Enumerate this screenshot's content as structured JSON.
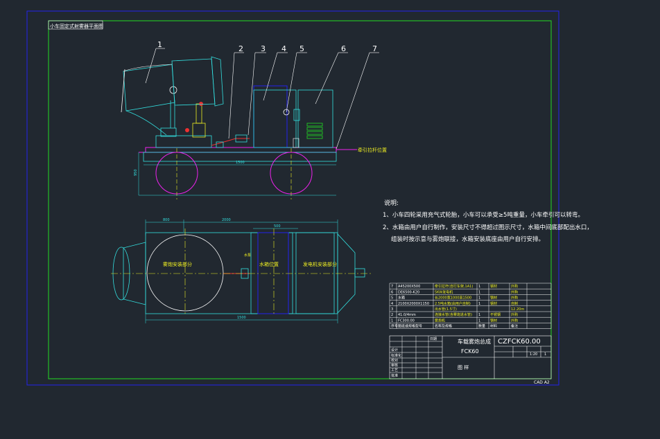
{
  "colors": {
    "background": "#212830",
    "frame_outer": "#2222ee",
    "frame_inner": "#22dd22",
    "cyan": "#33e0e0",
    "magenta": "#ee22ee",
    "yellow": "#eeee22",
    "white": "#ffffff",
    "red": "#ee3030",
    "blue": "#3344ff",
    "green": "#22dd22"
  },
  "corner_label": "小车固定式射雾器平面图",
  "callouts": [
    "1",
    "2",
    "3",
    "4",
    "5",
    "6",
    "7"
  ],
  "side_view": {
    "tow_label": "牵引拉杆位置",
    "length_dim": "1500",
    "height_dim": "950"
  },
  "top_view": {
    "dim_left": "800",
    "dim_mid": "2000",
    "dim_small": "500",
    "length_dim": "1500",
    "label_sprayer": "雾炮安装部分",
    "label_tank": "水箱位置",
    "label_generator": "发电机安装部分",
    "label_pump": "水泵"
  },
  "notes": {
    "title": "说明:",
    "line1": "1、小车四轮采用充气式轮胎，小车可以承受≥5吨重量，小车牵引可以转弯。",
    "line2": "2、水箱由用户自行制作，安装尺寸不得超过图示尺寸，水箱中间底部配出水口，",
    "line3": "组装时按示意与雾炮联接，水箱安装底座由用户自行安排。"
  },
  "bom": {
    "rows": [
      {
        "no": "7",
        "code": "A45200X500",
        "name": "牵引拉杆(自行车架,1A1)",
        "qty": "1",
        "mat": "钢材",
        "note": "外购"
      },
      {
        "no": "6",
        "code": "DE6500-K20",
        "name": "5KW发电机",
        "qty": "1",
        "mat": "",
        "note": "外购"
      },
      {
        "no": "5",
        "code": "水箱",
        "name": "长2000宽1000高1500",
        "qty": "1",
        "mat": "钢材",
        "note": "外购"
      },
      {
        "no": "4",
        "code": "2100X2000X1150",
        "name": "2.5吨水箱(由用户自制)",
        "qty": "1",
        "mat": "钢材",
        "note": "自制"
      },
      {
        "no": "3",
        "code": "",
        "name": "出水管(1.5寸)",
        "qty": "",
        "mat": "",
        "note": "12.20m"
      },
      {
        "no": "2",
        "code": "41.0/4mm",
        "name": "连接水管(含雾炮进水管)",
        "qty": "1",
        "mat": "不锈钢",
        "note": "外购"
      },
      {
        "no": "1",
        "code": "FC300.00",
        "name": "雾炮机",
        "qty": "1",
        "mat": "钢材",
        "note": "外购"
      }
    ],
    "headers": {
      "no": "序号",
      "code": "图纸或规格型号",
      "name": "名称及规格",
      "qty": "数量",
      "mat": "材料",
      "note": "备注"
    }
  },
  "title_block": {
    "title": "车载雾炮总成",
    "model": "FCK60",
    "drawing_no": "CZFCK60.00",
    "scale_label": "1:20",
    "sheet": "1",
    "label_design": "设计",
    "label_check": "校对",
    "label_review": "审核",
    "label_process": "工艺",
    "label_std": "标准化",
    "label_approve": "批准",
    "label_date": "日期",
    "company": "图 样"
  },
  "format_label": "CAD  A2"
}
